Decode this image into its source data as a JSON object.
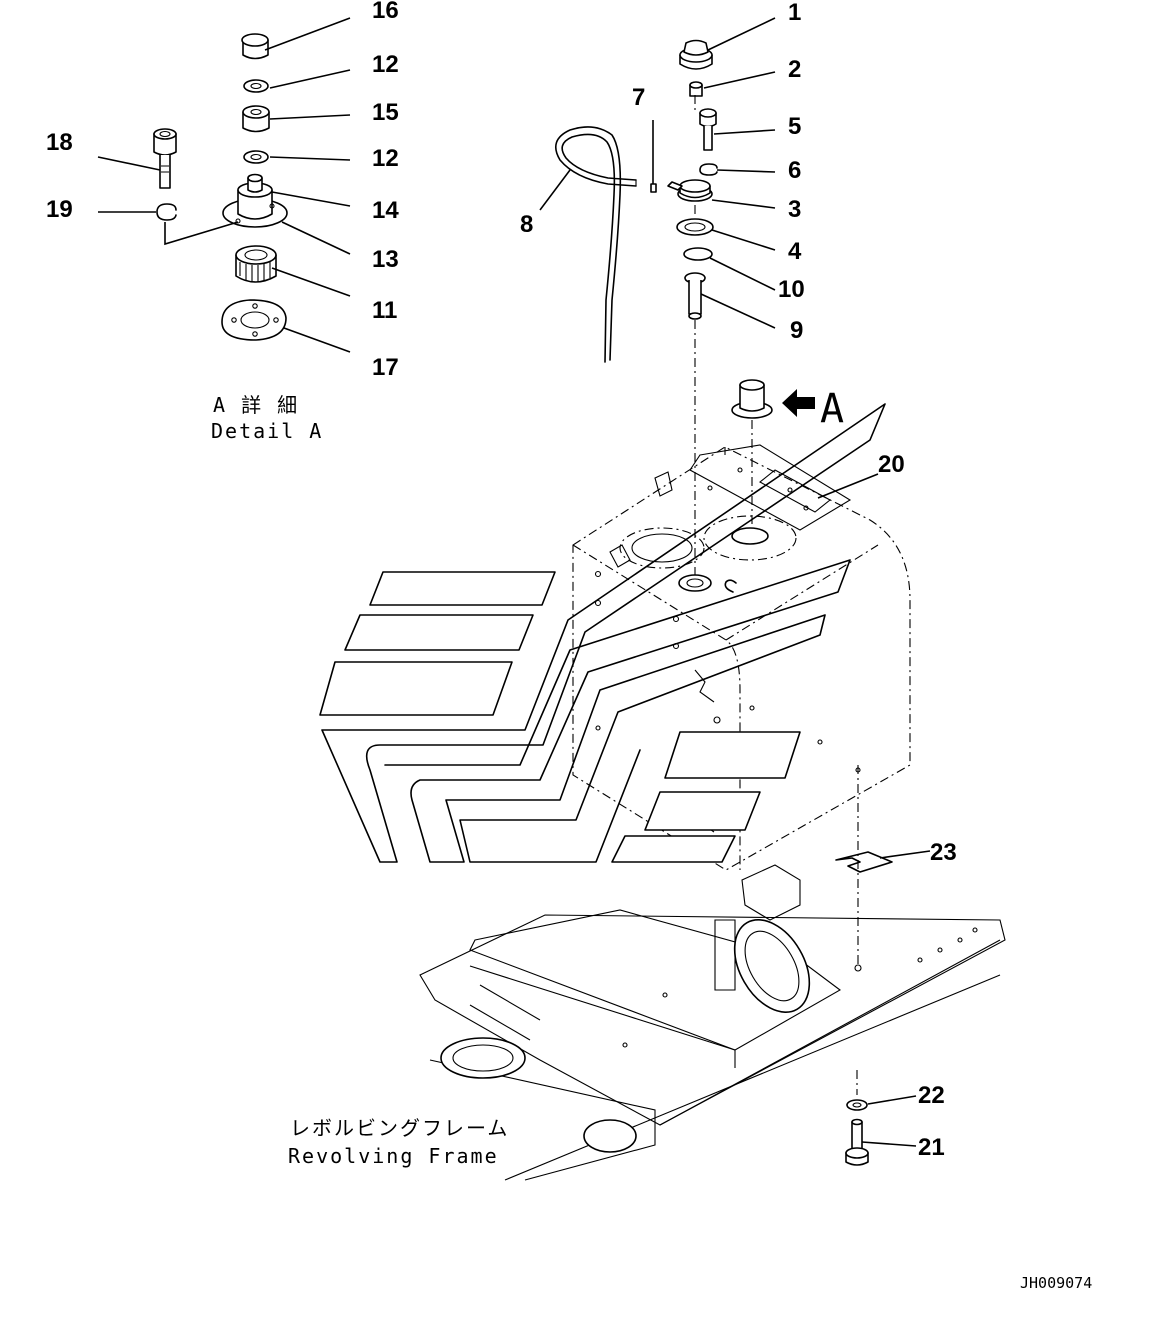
{
  "callouts": {
    "c1": "1",
    "c2": "2",
    "c3": "3",
    "c4": "4",
    "c5": "5",
    "c6": "6",
    "c7": "7",
    "c8": "8",
    "c9": "9",
    "c10": "10",
    "c11": "11",
    "c12a": "12",
    "c12b": "12",
    "c13": "13",
    "c14": "14",
    "c15": "15",
    "c16": "16",
    "c17": "17",
    "c18": "18",
    "c19": "19",
    "c20": "20",
    "c21": "21",
    "c22": "22",
    "c23": "23"
  },
  "view_marker": "A",
  "detail": {
    "jp": "A 詳 細",
    "en": "Detail A"
  },
  "frame": {
    "jp": "レボルビングフレーム",
    "en": "Revolving Frame"
  },
  "drawing_code": "JH009074"
}
